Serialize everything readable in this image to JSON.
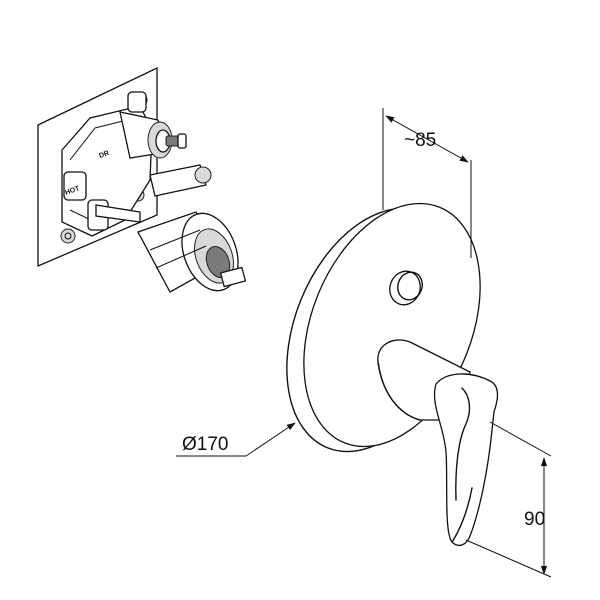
{
  "dimensions": {
    "depth_label": "~85",
    "diameter_label": "Ø170",
    "lever_height_label": "90"
  },
  "valve_body": {
    "cold_marking": "DR",
    "hot_marking": "HOT"
  }
}
